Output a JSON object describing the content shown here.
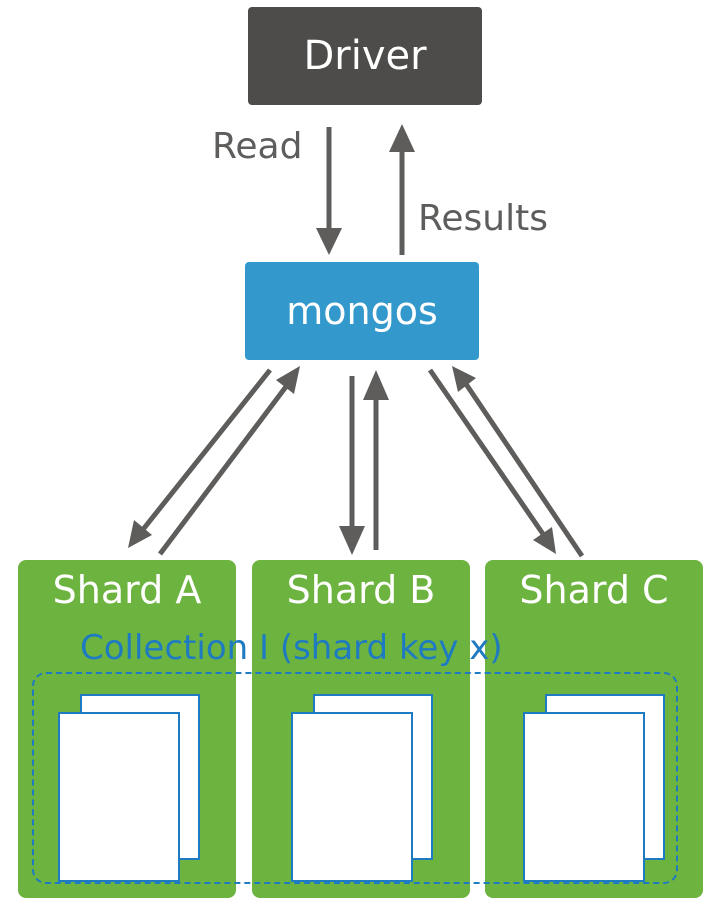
{
  "driver": {
    "label": "Driver"
  },
  "mongos": {
    "label": "mongos"
  },
  "arrows": {
    "read_label": "Read",
    "results_label": "Results"
  },
  "shards": [
    {
      "label": "Shard A"
    },
    {
      "label": "Shard B"
    },
    {
      "label": "Shard C"
    }
  ],
  "collection": {
    "label": "Collection I  (shard key x)"
  },
  "colors": {
    "driver": "#4d4c4a",
    "mongos": "#3399cc",
    "shard": "#6db33f",
    "collection": "#1f7bc1",
    "arrow": "#5e5d5b"
  }
}
